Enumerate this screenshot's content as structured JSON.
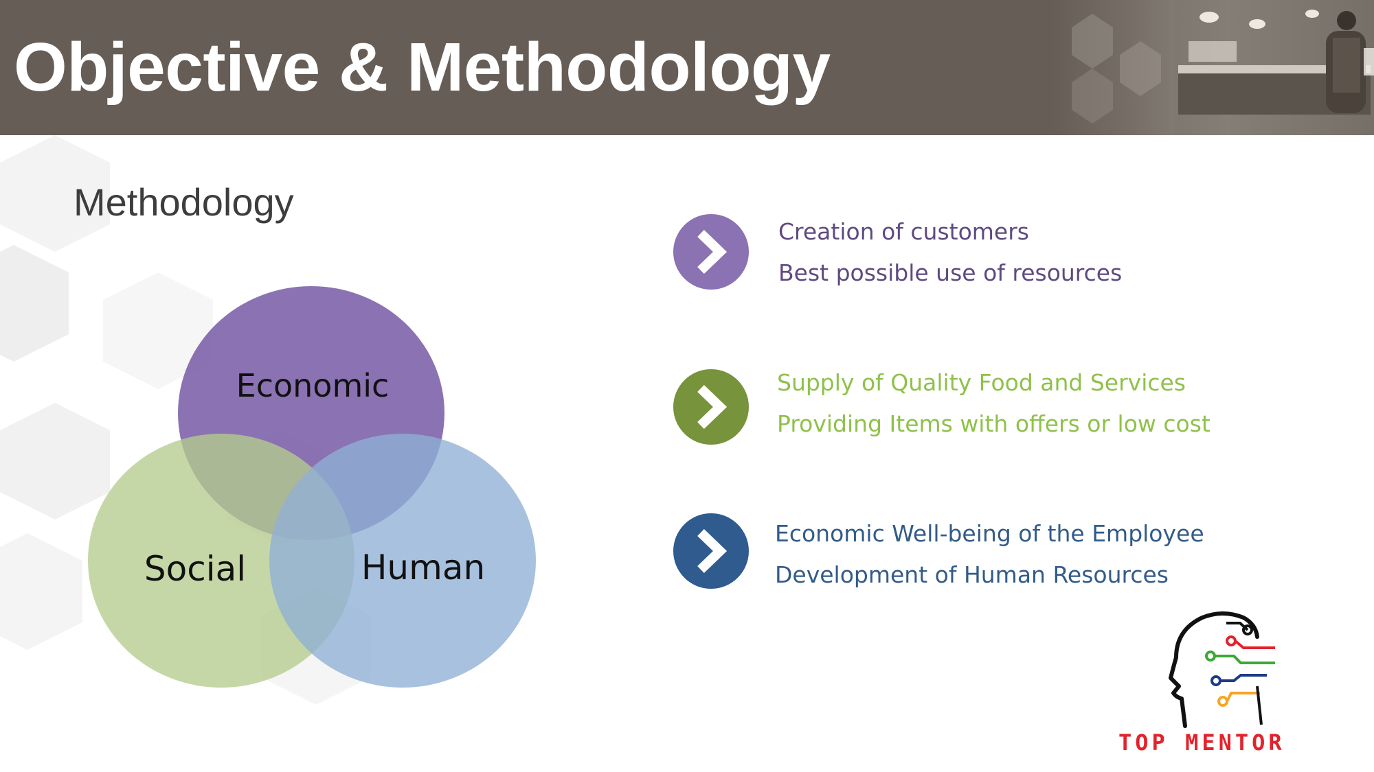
{
  "header": {
    "title": "Objective & Methodology"
  },
  "section": {
    "heading": "Methodology"
  },
  "venn": {
    "circles": [
      {
        "label": "Economic",
        "color": "#7b5ea7"
      },
      {
        "label": "Social",
        "color": "#b5cc8e"
      },
      {
        "label": "Human",
        "color": "#8fb0d6"
      }
    ]
  },
  "points": [
    {
      "color": "#8b72b2",
      "text_color": "#5e4a80",
      "icon": "chevron-right-icon",
      "lines": [
        "Creation of customers",
        "Best possible use of resources"
      ]
    },
    {
      "color": "#77933c",
      "text_color": "#8fc14a",
      "icon": "chevron-right-icon",
      "lines": [
        "Supply of Quality Food and Services",
        "Providing Items with offers or low cost"
      ]
    },
    {
      "color": "#2f5b8f",
      "text_color": "#335b88",
      "icon": "chevron-right-icon",
      "lines": [
        "Economic Well-being of the Employee",
        "Development of Human Resources"
      ]
    }
  ],
  "logo": {
    "text": "TOP MENTOR",
    "icon": "head-circuit-icon",
    "color": "#e3232c"
  }
}
